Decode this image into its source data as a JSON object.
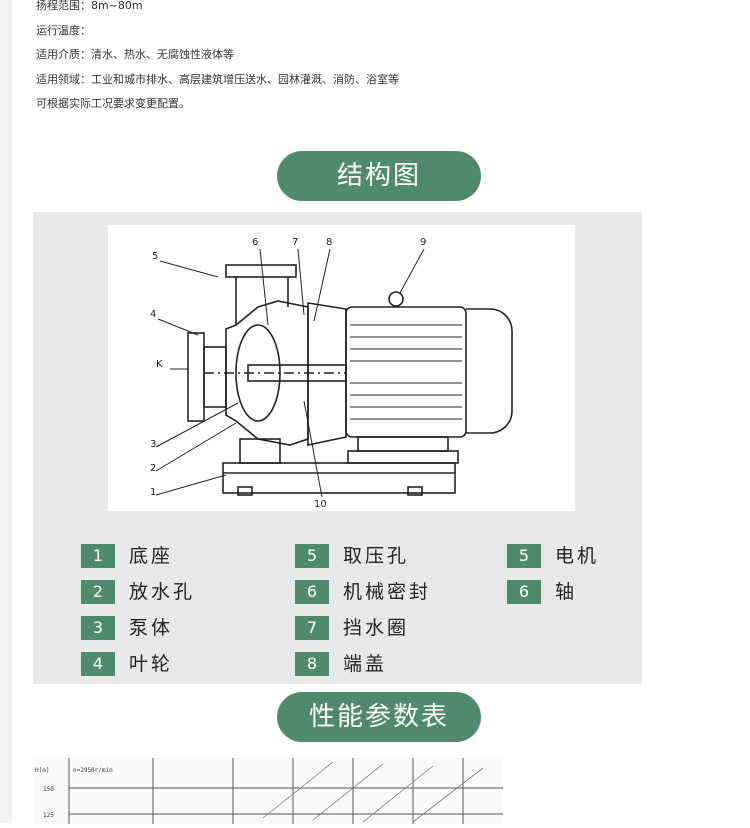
{
  "spec_lines": [
    "扬程范围：8m~80m",
    "运行温度：",
    "适用介质：清水、热水、无腐蚀性液体等",
    "适用领域：工业和城市排水、高层建筑增压送水、园林灌溉、消防、浴室等",
    "可根据实际工况要求变更配置。"
  ],
  "section_titles": {
    "structure": "结构图",
    "performance": "性能参数表"
  },
  "diagram": {
    "callouts": [
      "5",
      "4",
      "K",
      "3",
      "2",
      "1",
      "6",
      "7",
      "8",
      "9",
      "10"
    ]
  },
  "legend": [
    {
      "num": "1",
      "label": "底座"
    },
    {
      "num": "2",
      "label": "放水孔"
    },
    {
      "num": "3",
      "label": "泵体"
    },
    {
      "num": "4",
      "label": "叶轮"
    },
    {
      "num": "5",
      "label": "取压孔"
    },
    {
      "num": "6",
      "label": "机械密封"
    },
    {
      "num": "7",
      "label": "挡水圈"
    },
    {
      "num": "8",
      "label": "端盖"
    },
    {
      "num": "5",
      "label": "电机"
    },
    {
      "num": "6",
      "label": "轴"
    }
  ],
  "performance_chart": {
    "axis_label": "H(m)",
    "speed_label": "n=2950r/min",
    "ticks": [
      "150",
      "125"
    ]
  },
  "colors": {
    "accent": "#4f8a6d",
    "panel": "#e6e8e9"
  }
}
